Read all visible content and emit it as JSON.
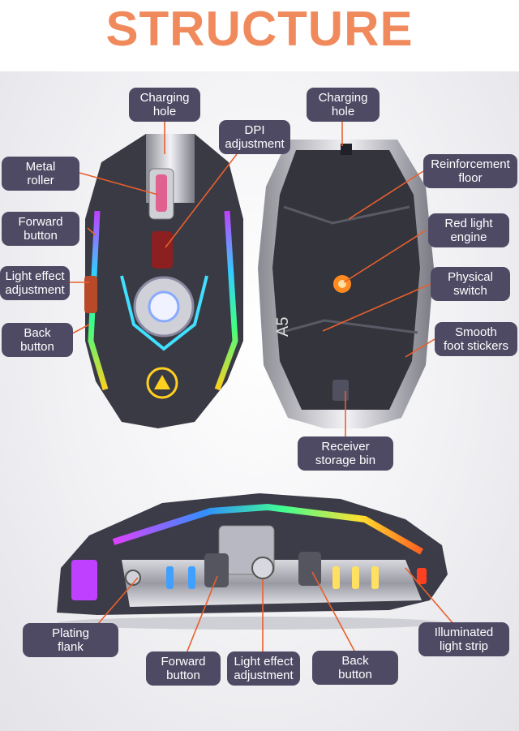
{
  "title": "STRUCTURE",
  "image": {
    "subject": "gaming-mouse",
    "view_top": "top",
    "view_bottom": "bottom",
    "view_side": "side",
    "model_mark": "A5"
  },
  "callouts": {
    "top_charging": [
      "Charging",
      "hole"
    ],
    "dpi": [
      "DPI",
      "adjustment"
    ],
    "metal_roller": [
      "Metal",
      "roller"
    ],
    "forward_top": [
      "Forward",
      "button"
    ],
    "light_top": [
      "Light effect",
      "adjustment"
    ],
    "back_top": [
      "Back",
      "button"
    ],
    "bottom_charging": [
      "Charging",
      "hole"
    ],
    "reinforcement": [
      "Reinforcement",
      "floor"
    ],
    "red_light": [
      "Red light",
      "engine"
    ],
    "physical_switch": [
      "Physical",
      "switch"
    ],
    "foot_stickers": [
      "Smooth",
      "foot stickers"
    ],
    "receiver": [
      "Receiver",
      "storage bin"
    ],
    "plating": [
      "Plating",
      "flank"
    ],
    "forward_side": [
      "Forward",
      "button"
    ],
    "light_side": [
      "Light effect",
      "adjustment"
    ],
    "back_side": [
      "Back",
      "button"
    ],
    "illuminated": [
      "Illuminated",
      "light strip"
    ]
  },
  "colors": {
    "title": "#f08a5d",
    "callout_bg": "#4e4a64",
    "leader": "#e8602c"
  }
}
